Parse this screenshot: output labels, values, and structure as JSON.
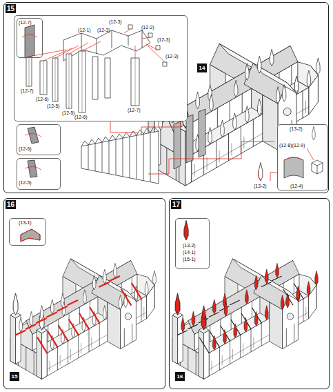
{
  "diagram": {
    "nodes": [
      {
        "text": [
          "15"
        ]
      },
      {
        "text": [
          "(12-1)",
          "(12-3)",
          "(12-3)",
          "(12-2)",
          "(12-3)",
          "(12-3)",
          "(12-7)",
          "(12-6)",
          "(12-5)",
          "(12-5)",
          "(12-6)",
          "(12-7)"
        ],
        "in": 0
      },
      {
        "text": [
          "(12-7)"
        ],
        "in": 1
      },
      {
        "text": [
          "(12-6)"
        ],
        "in": 0
      },
      {
        "text": [
          "(12-5)"
        ],
        "in": 0
      },
      {
        "text": [
          "14"
        ],
        "in": 0
      },
      {
        "text": [
          "(13-2)",
          "(12-8)(12-9)",
          "(12-4)"
        ],
        "in": 0
      },
      {
        "text": [
          "16"
        ]
      },
      {
        "text": [
          "(13-1)"
        ],
        "in": 7
      },
      {
        "text": [
          "15"
        ],
        "in": 7
      },
      {
        "text": [
          "17"
        ]
      },
      {
        "text": [
          "(13-2)",
          "(14-1)",
          "(15-1)"
        ],
        "in": 10
      },
      {
        "text": [
          "16"
        ],
        "in": 10
      }
    ],
    "labels": [
      "(13-2)"
    ]
  }
}
